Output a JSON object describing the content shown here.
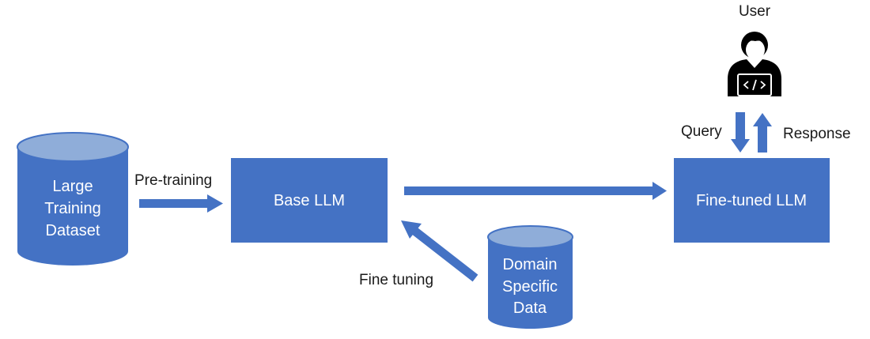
{
  "colors": {
    "primary": "#4472c4",
    "cylinder_top": "#8fadd9",
    "label_text": "#1a1a1a",
    "node_text": "#ffffff"
  },
  "nodes": {
    "dataset": {
      "line1": "Large",
      "line2": "Training",
      "line3": "Dataset"
    },
    "base_llm": {
      "label": "Base LLM"
    },
    "finetuned_llm": {
      "label": "Fine-tuned LLM"
    },
    "domain_data": {
      "line1": "Domain",
      "line2": "Specific",
      "line3": "Data"
    },
    "user": {
      "label": "User",
      "icon": "user-coding-icon"
    }
  },
  "edges": {
    "pretraining": "Pre-training",
    "fine_tuning": "Fine tuning",
    "query": "Query",
    "response": "Response"
  }
}
